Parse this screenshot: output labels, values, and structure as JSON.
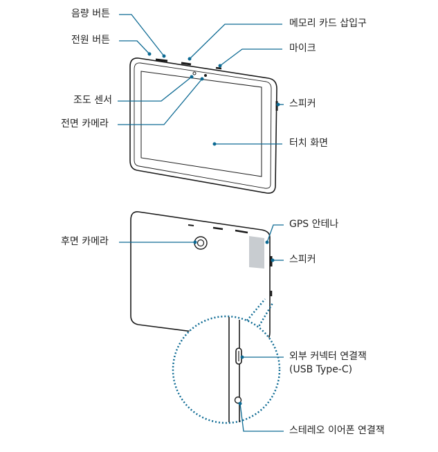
{
  "labels": {
    "volume_button": "음량 버튼",
    "power_button": "전원 버튼",
    "memory_card_slot": "메모리 카드 삽입구",
    "microphone": "마이크",
    "light_sensor": "조도 센서",
    "front_camera": "전면 카메라",
    "speaker_front": "스피커",
    "touch_screen": "터치 화면",
    "gps_antenna": "GPS 안테나",
    "rear_camera": "후면 카메라",
    "speaker_back": "스피커",
    "external_connector": "외부 커넥터 연결잭",
    "external_connector_type": "(USB Type-C)",
    "earphone_jack": "스테레오 이어폰 연결잭"
  },
  "colors": {
    "leader": "#0d6a93",
    "outline": "#1a1a1a",
    "antenna": "#c8ccd0"
  }
}
